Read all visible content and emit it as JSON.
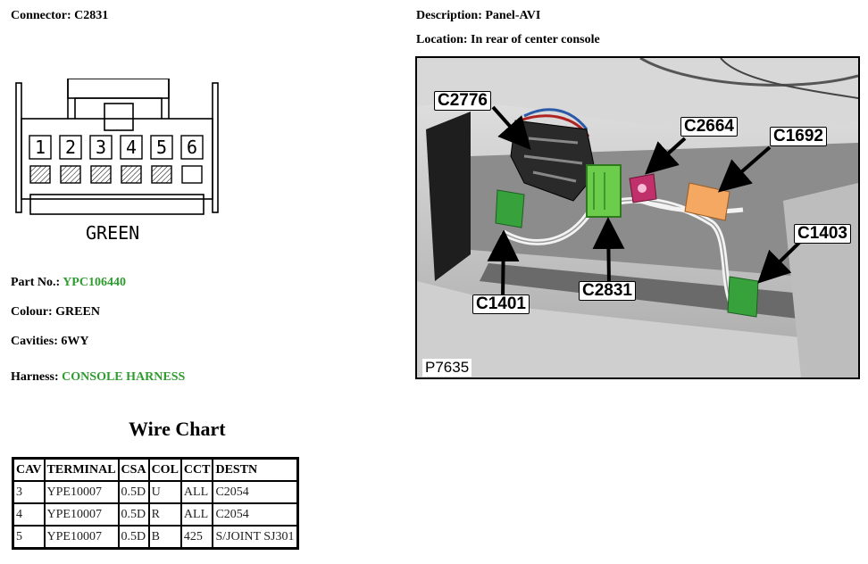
{
  "connector": {
    "label": "Connector: C2831"
  },
  "description": {
    "label": "Description: Panel-AVI"
  },
  "location": {
    "label": "Location: In rear of center console"
  },
  "drawing": {
    "cavity_numbers": [
      "1",
      "2",
      "3",
      "4",
      "5",
      "6"
    ],
    "populated_cavities": [
      true,
      true,
      true,
      true,
      true,
      false
    ],
    "colour_caption": "GREEN"
  },
  "details": {
    "part_no_label": "Part No.:",
    "part_no_value": "YPC106440",
    "colour": "Colour: GREEN",
    "cavities": "Cavities: 6WY",
    "harness_label": "Harness:",
    "harness_value": "CONSOLE HARNESS"
  },
  "photo": {
    "id": "P7635",
    "callouts": {
      "c2776": "C2776",
      "c2664": "C2664",
      "c1692": "C1692",
      "c1403": "C1403",
      "c2831": "C2831",
      "c1401": "C1401"
    }
  },
  "wire_chart": {
    "title": "Wire Chart",
    "headers": [
      "CAV",
      "TERMINAL",
      "CSA",
      "COL",
      "CCT",
      "DESTN"
    ],
    "rows": [
      [
        "3",
        "YPE10007",
        "0.5D",
        "U",
        "ALL",
        "C2054"
      ],
      [
        "4",
        "YPE10007",
        "0.5D",
        "R",
        "ALL",
        "C2054"
      ],
      [
        "5",
        "YPE10007",
        "0.5D",
        "B",
        "425",
        "S/JOINT SJ301"
      ]
    ]
  },
  "colors": {
    "green_text": "#2e9c2e"
  }
}
